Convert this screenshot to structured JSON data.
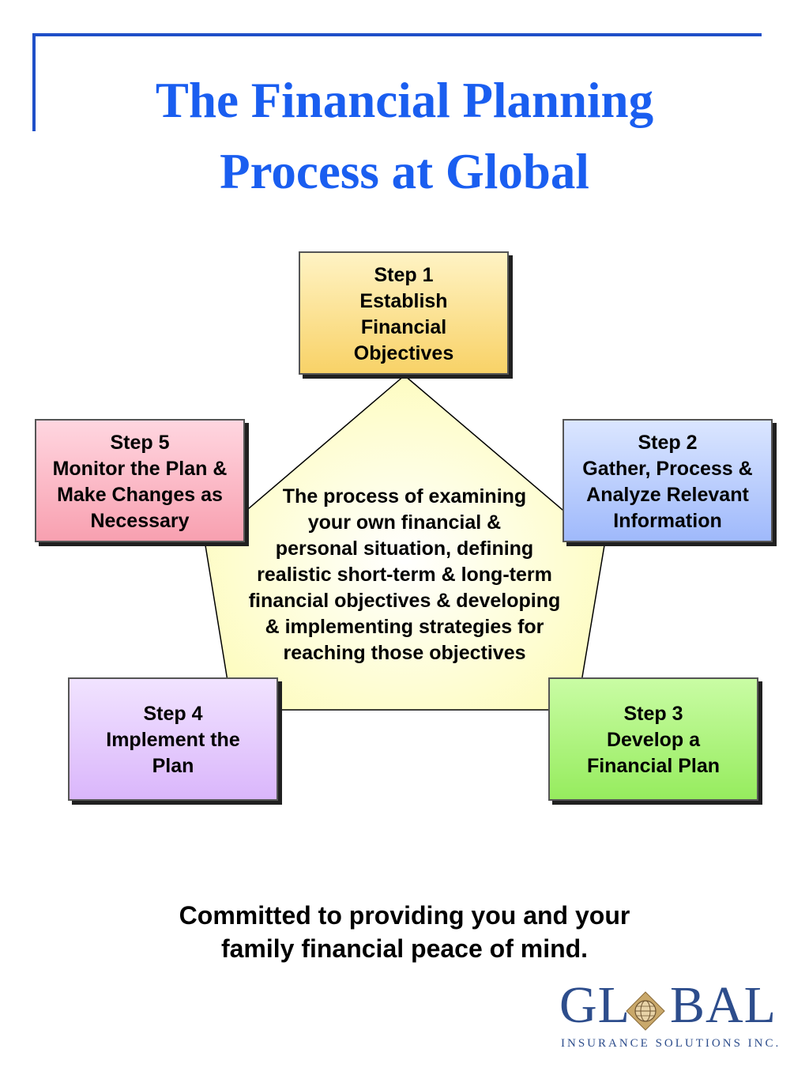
{
  "title": {
    "line1": "The Financial Planning",
    "line2": "Process at Global"
  },
  "center": {
    "lines": [
      "The process of examining",
      "your own financial &",
      "personal situation, defining",
      "realistic short-term & long-term",
      "financial objectives & developing",
      "& implementing strategies for",
      "reaching those objectives"
    ]
  },
  "steps": [
    {
      "lines": [
        "Step 1",
        "Establish",
        "Financial",
        "Objectives"
      ],
      "color": "#f8d267"
    },
    {
      "lines": [
        "Step 2",
        "Gather, Process &",
        "Analyze Relevant",
        "Information"
      ],
      "color": "#9fb9fb"
    },
    {
      "lines": [
        "Step 3",
        "Develop a",
        "Financial Plan"
      ],
      "color": "#96ec5e"
    },
    {
      "lines": [
        "Step 4",
        "Implement the",
        "Plan"
      ],
      "color": "#dab6fb"
    },
    {
      "lines": [
        "Step 5",
        "Monitor the Plan &",
        "Make Changes as",
        "Necessary"
      ],
      "color": "#f8a0b0"
    }
  ],
  "tagline": {
    "line1": "Committed to providing you and your",
    "line2": "family financial peace of mind."
  },
  "logo": {
    "word_left": "GL",
    "word_right": "BAL",
    "subtitle": "INSURANCE SOLUTIONS INC."
  },
  "colors": {
    "title": "#1a5ef0",
    "frame": "#1f4fc8",
    "pentagon": "#fdfcbc",
    "logo": "#2d4d8c",
    "logo_diamond": "#c9a86a"
  }
}
